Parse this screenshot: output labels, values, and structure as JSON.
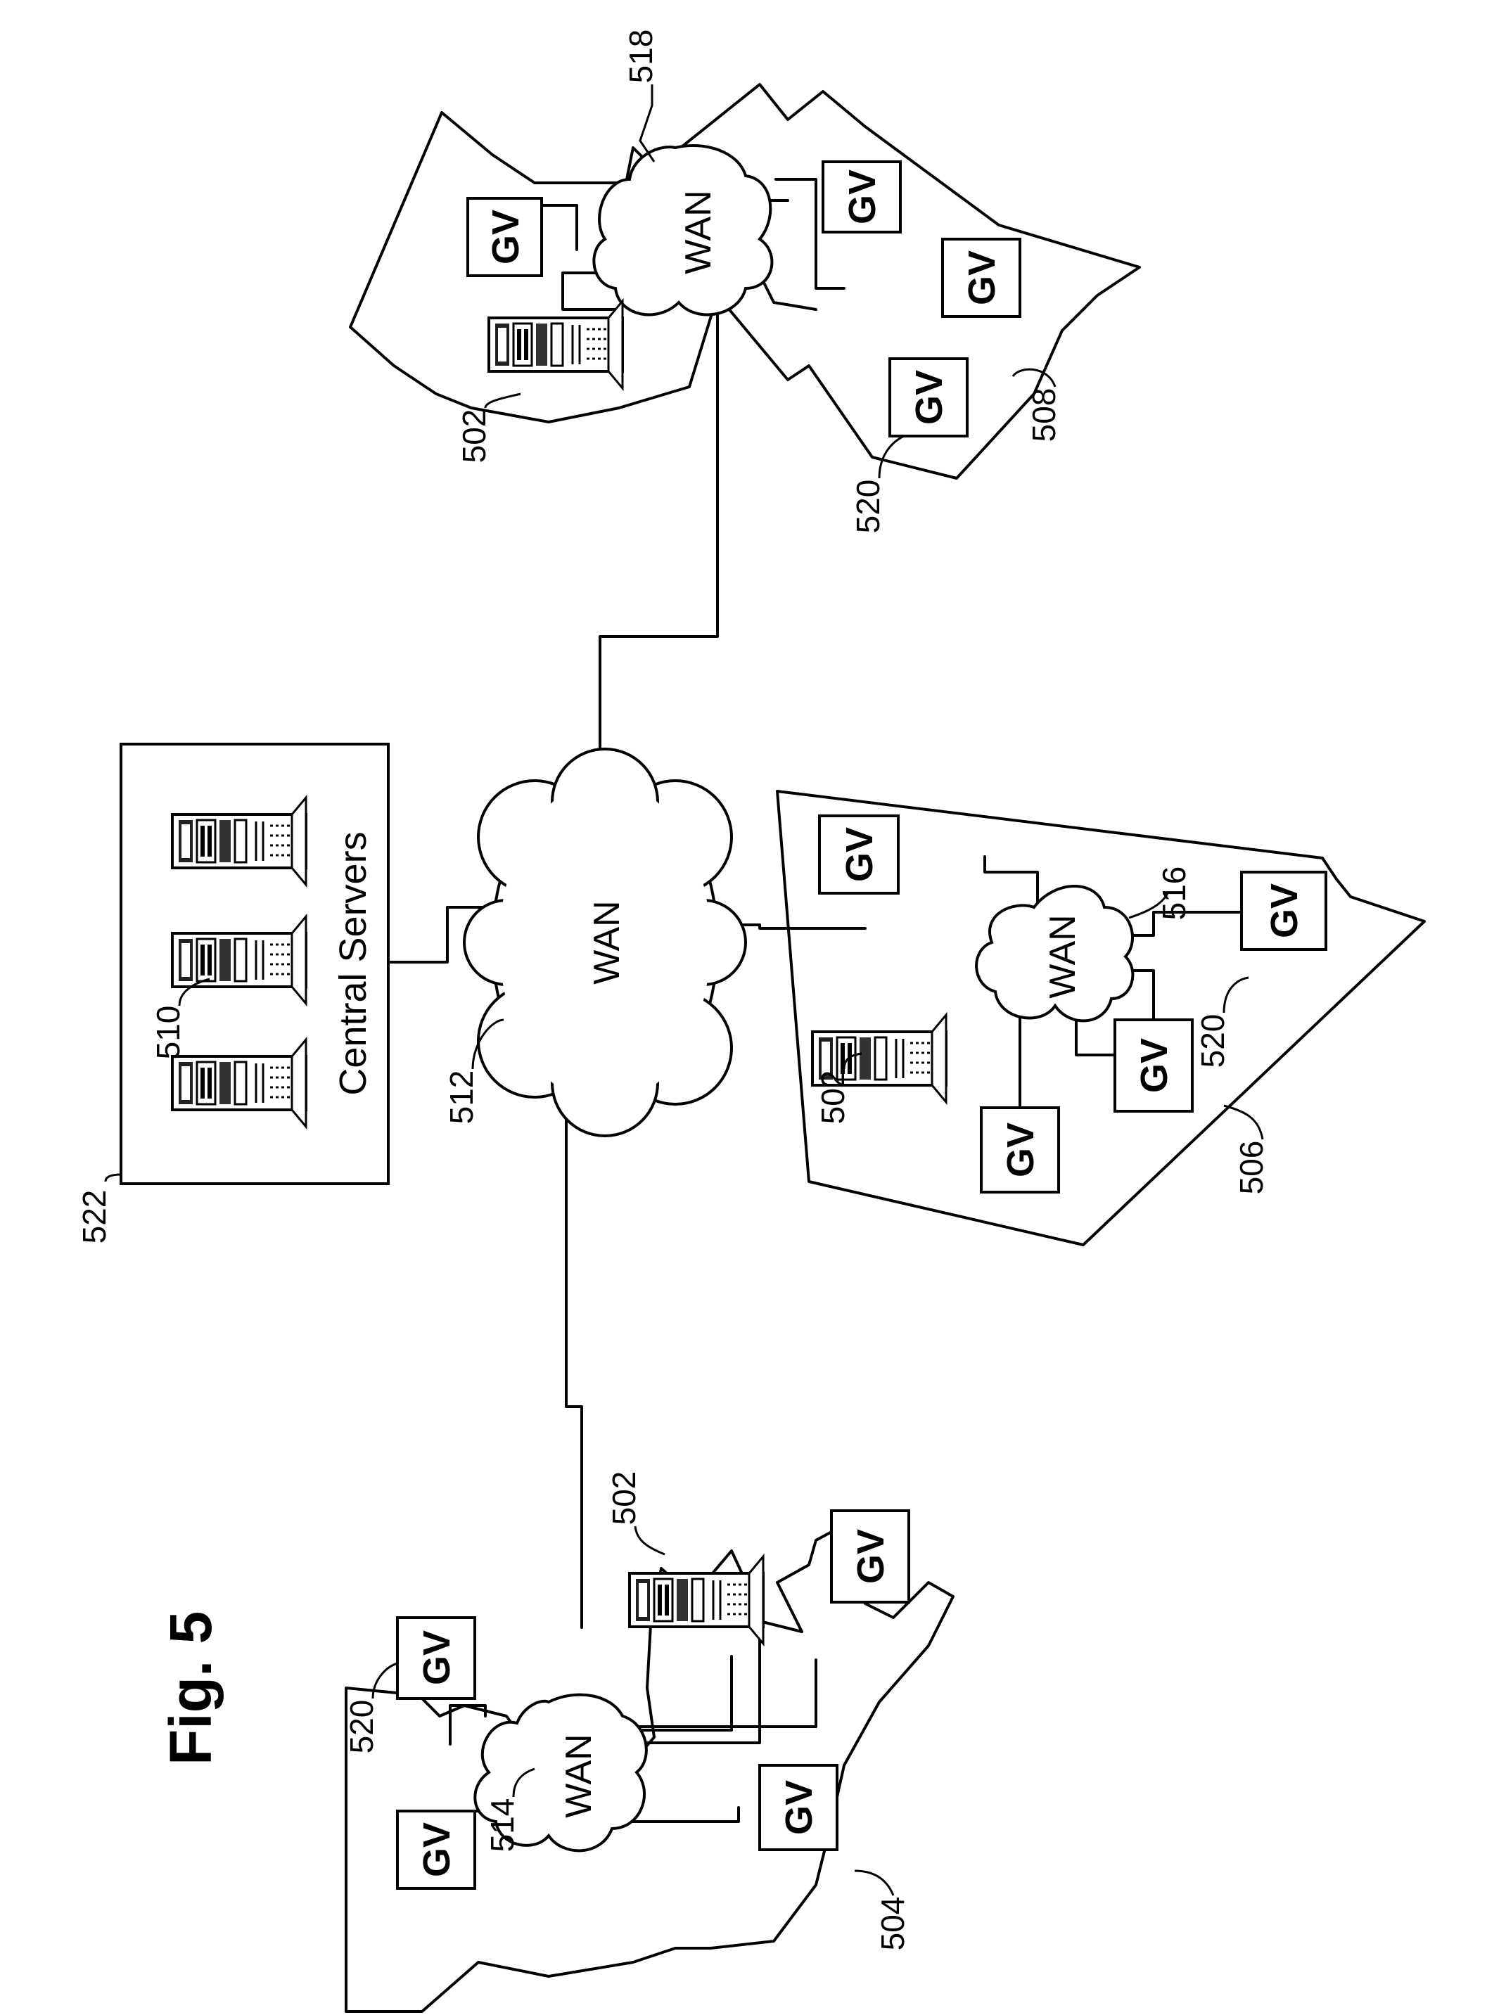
{
  "figure": {
    "title": "Fig. 5"
  },
  "central_servers": {
    "label": "Central Servers",
    "ref": "522",
    "server_ref": "510"
  },
  "main_wan": {
    "label": "WAN",
    "ref": "512"
  },
  "region_504": {
    "ref": "504",
    "wan": {
      "label": "WAN",
      "ref": "514"
    },
    "server_ref": "502",
    "gv_ref": "520",
    "gv_labels": [
      "GV",
      "GV",
      "GV",
      "GV"
    ]
  },
  "region_506": {
    "ref": "506",
    "wan": {
      "label": "WAN",
      "ref": "516"
    },
    "server_ref": "502",
    "gv_ref": "520",
    "gv_labels": [
      "GV",
      "GV",
      "GV",
      "GV"
    ]
  },
  "region_508": {
    "ref": "508",
    "wan": {
      "label": "WAN",
      "ref": "518"
    },
    "server_ref": "502",
    "gv_ref": "520",
    "gv_labels": [
      "GV",
      "GV",
      "GV",
      "GV"
    ]
  }
}
